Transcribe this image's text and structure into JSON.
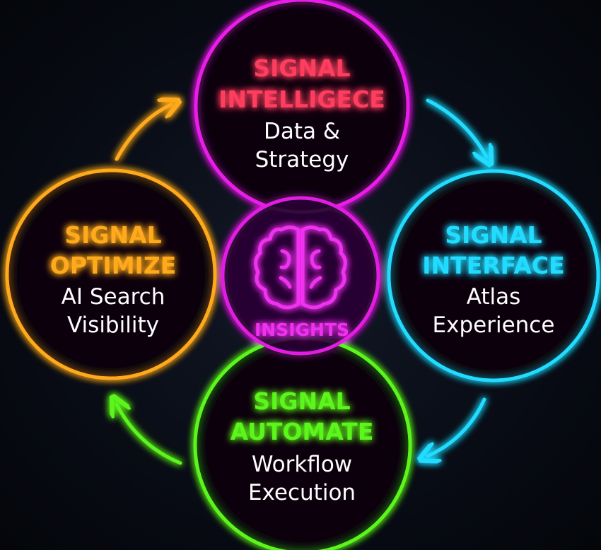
{
  "colors": {
    "intelligence": "#e91ee9",
    "intelligence_title": "#ff3d5e",
    "interface": "#22dcff",
    "automate": "#5cf51e",
    "optimize": "#ffaa1a",
    "insights": "#e21ee2"
  },
  "nodes": {
    "intelligence": {
      "title1": "SIGNAL",
      "title2": "INTELLIGECE",
      "sub1": "Data &",
      "sub2": "Strategy"
    },
    "interface": {
      "title1": "SIGNAL",
      "title2": "INTERFACE",
      "sub1": "Atlas",
      "sub2": "Experience"
    },
    "automate": {
      "title1": "SIGNAL",
      "title2": "AUTOMATE",
      "sub1": "Workflow",
      "sub2": "Execution"
    },
    "optimize": {
      "title1": "SIGNAL",
      "title2": "OPTIMIZE",
      "sub1": "AI Search",
      "sub2": "Visibility"
    }
  },
  "center": {
    "label": "INSIGHTS",
    "icon": "brain-icon"
  }
}
